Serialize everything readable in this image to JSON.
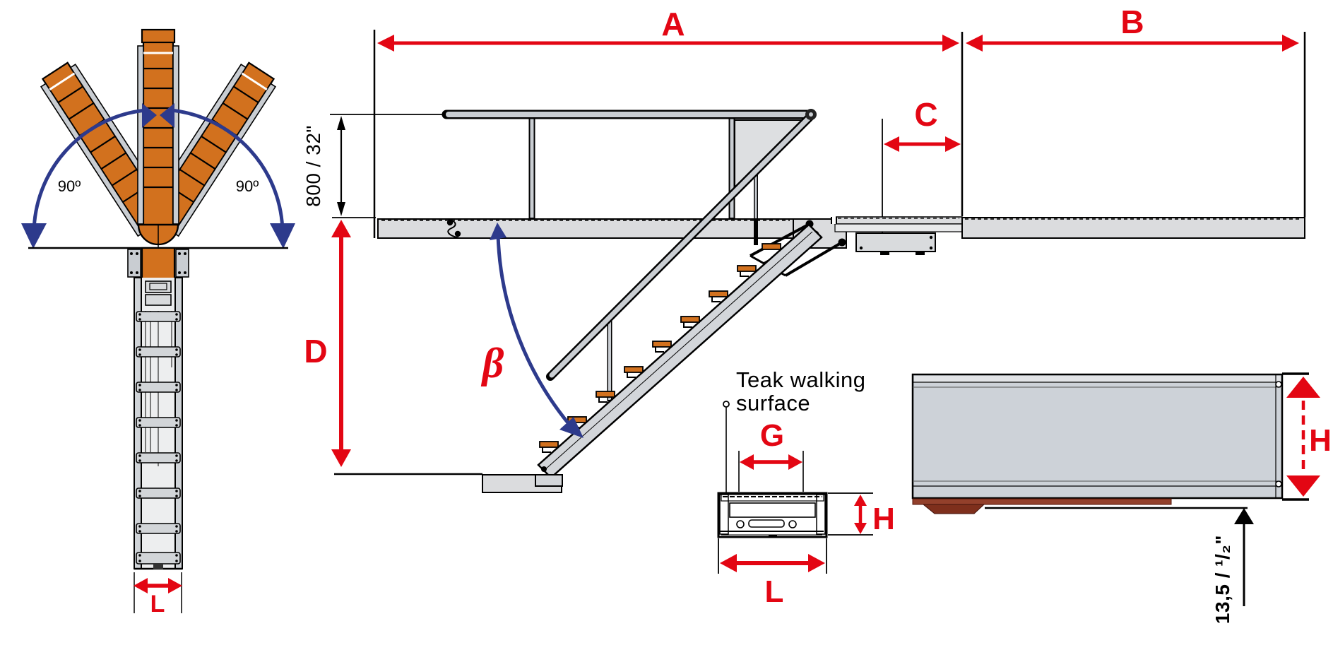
{
  "colors": {
    "dimension_red": "#E30613",
    "arrow_blue": "#2D3A8C",
    "teak_orange": "#D2711E",
    "structure_gray": "#C9CDD2",
    "deck_gray": "#DBDCDE",
    "hull_red": "#8E3A26"
  },
  "top_view": {
    "rotation_left": "90º",
    "rotation_right": "90º",
    "width_label": "L"
  },
  "side_view": {
    "dim_a": "A",
    "dim_b": "B",
    "dim_c": "C",
    "dim_d": "D",
    "handrail_height": "800 / 32\"",
    "angle_beta": "β"
  },
  "cross_section": {
    "note_line1": "Teak walking",
    "note_line2": "surface",
    "dim_g": "G",
    "dim_h": "H",
    "dim_l": "L"
  },
  "profile_view": {
    "dim_h": "H",
    "keel_clearance": "13,5 / ¹/₂\""
  }
}
